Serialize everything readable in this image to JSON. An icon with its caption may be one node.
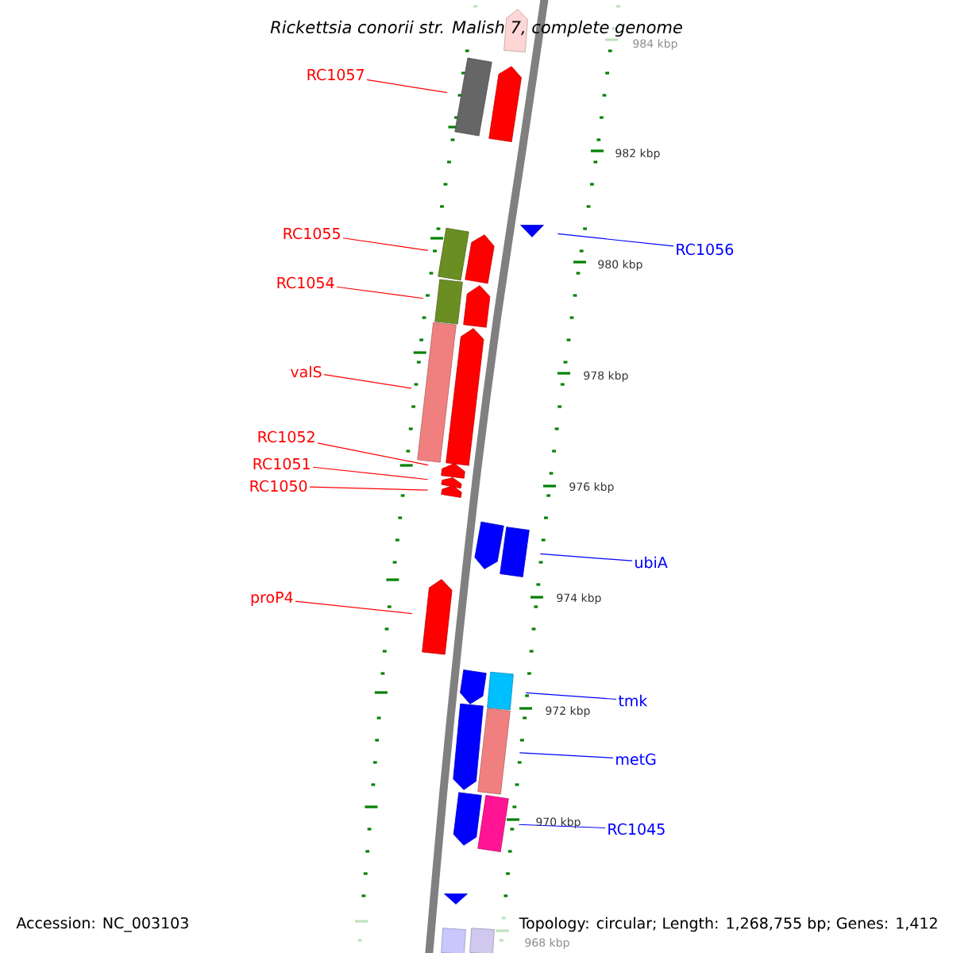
{
  "diagram": {
    "title": "Rickettsia conorii str. Malish 7, complete genome",
    "nodes": [
      {
        "text": [
          "RC1057"
        ]
      },
      {
        "text": [],
        "shape": "pentagon"
      },
      {
        "text": [],
        "shape": "box"
      },
      {
        "text": [],
        "shape": "pentagon"
      },
      {
        "text": [
          "RC1055"
        ]
      },
      {
        "text": [
          "RC1056"
        ]
      },
      {
        "text": [],
        "shape": "triangle"
      },
      {
        "text": [],
        "shape": "box"
      },
      {
        "text": [],
        "shape": "pentagon"
      },
      {
        "text": [
          "RC1054"
        ]
      },
      {
        "text": [],
        "shape": "box"
      },
      {
        "text": [],
        "shape": "pentagon"
      },
      {
        "text": [
          "valS"
        ]
      },
      {
        "text": [],
        "shape": "box"
      },
      {
        "text": [],
        "shape": "pentagon"
      },
      {
        "text": [
          "RC1052"
        ]
      },
      {
        "text": [
          "RC1051"
        ]
      },
      {
        "text": [
          "RC1050"
        ]
      },
      {
        "text": [],
        "shape": "pentagon"
      },
      {
        "text": [],
        "shape": "pentagon"
      },
      {
        "text": [],
        "shape": "pentagon"
      },
      {
        "text": [
          "ubiA"
        ]
      },
      {
        "text": [],
        "shape": "pentagon"
      },
      {
        "text": [],
        "shape": "box"
      },
      {
        "text": [
          "proP4"
        ]
      },
      {
        "text": [],
        "shape": "pentagon"
      },
      {
        "text": [
          "tmk"
        ]
      },
      {
        "text": [],
        "shape": "pentagon"
      },
      {
        "text": [],
        "shape": "box"
      },
      {
        "text": [
          "metG"
        ]
      },
      {
        "text": [],
        "shape": "pentagon"
      },
      {
        "text": [],
        "shape": "box"
      },
      {
        "text": [
          "RC1045"
        ]
      },
      {
        "text": [],
        "shape": "pentagon"
      },
      {
        "text": [],
        "shape": "box"
      },
      {
        "text": [],
        "shape": "triangle"
      },
      {
        "text": [],
        "shape": "box"
      },
      {
        "text": [],
        "shape": "box"
      }
    ],
    "edges": [
      {
        "from": 0,
        "to": 2,
        "arrow": "none"
      },
      {
        "from": 4,
        "to": 7,
        "arrow": "none"
      },
      {
        "from": 5,
        "to": 6,
        "arrow": "none",
        "color": "#0000ff"
      },
      {
        "from": 9,
        "to": 10,
        "arrow": "none"
      },
      {
        "from": 12,
        "to": 13,
        "arrow": "none"
      },
      {
        "from": 15,
        "to": 18,
        "arrow": "none"
      },
      {
        "from": 16,
        "to": 19,
        "arrow": "none"
      },
      {
        "from": 17,
        "to": 20,
        "arrow": "none"
      },
      {
        "from": 21,
        "to": 23,
        "arrow": "none",
        "color": "#0000ff"
      },
      {
        "from": 24,
        "to": 25,
        "arrow": "none"
      },
      {
        "from": 26,
        "to": 28,
        "arrow": "none",
        "color": "#0000ff"
      },
      {
        "from": 29,
        "to": 31,
        "arrow": "none",
        "color": "#0000ff"
      },
      {
        "from": 32,
        "to": 34,
        "arrow": "none",
        "color": "#0000ff"
      }
    ],
    "labels": [
      "984 kbp",
      "982 kbp",
      "980 kbp",
      "978 kbp",
      "976 kbp",
      "974 kbp",
      "972 kbp",
      "970 kbp",
      "968 kbp",
      "Accession: NC_003103",
      "Topology: circular; Length: 1,268,755 bp; Genes: 1,412"
    ]
  }
}
